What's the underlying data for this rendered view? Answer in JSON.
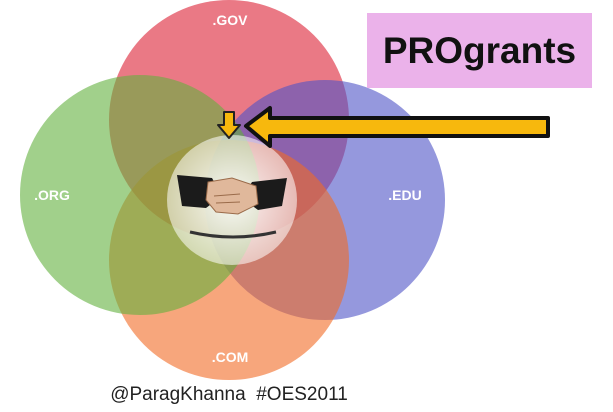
{
  "venn": {
    "sets": [
      {
        "name": "gov",
        "label": ".GOV",
        "color": "#dc1f33"
      },
      {
        "name": "edu",
        "label": ".EDU",
        "color": "#4e53c6"
      },
      {
        "name": "com",
        "label": ".COM",
        "color": "#f26a24"
      },
      {
        "name": "org",
        "label": ".ORG",
        "color": "#63b13d"
      }
    ],
    "center_image": "handshake-icon"
  },
  "callout": {
    "label": "PROgrants",
    "color": "#ebb2ea"
  },
  "arrow": {
    "color": "#f7b80d",
    "direction": "left-then-down"
  },
  "credit": "@ParagKhanna  #OES2011"
}
